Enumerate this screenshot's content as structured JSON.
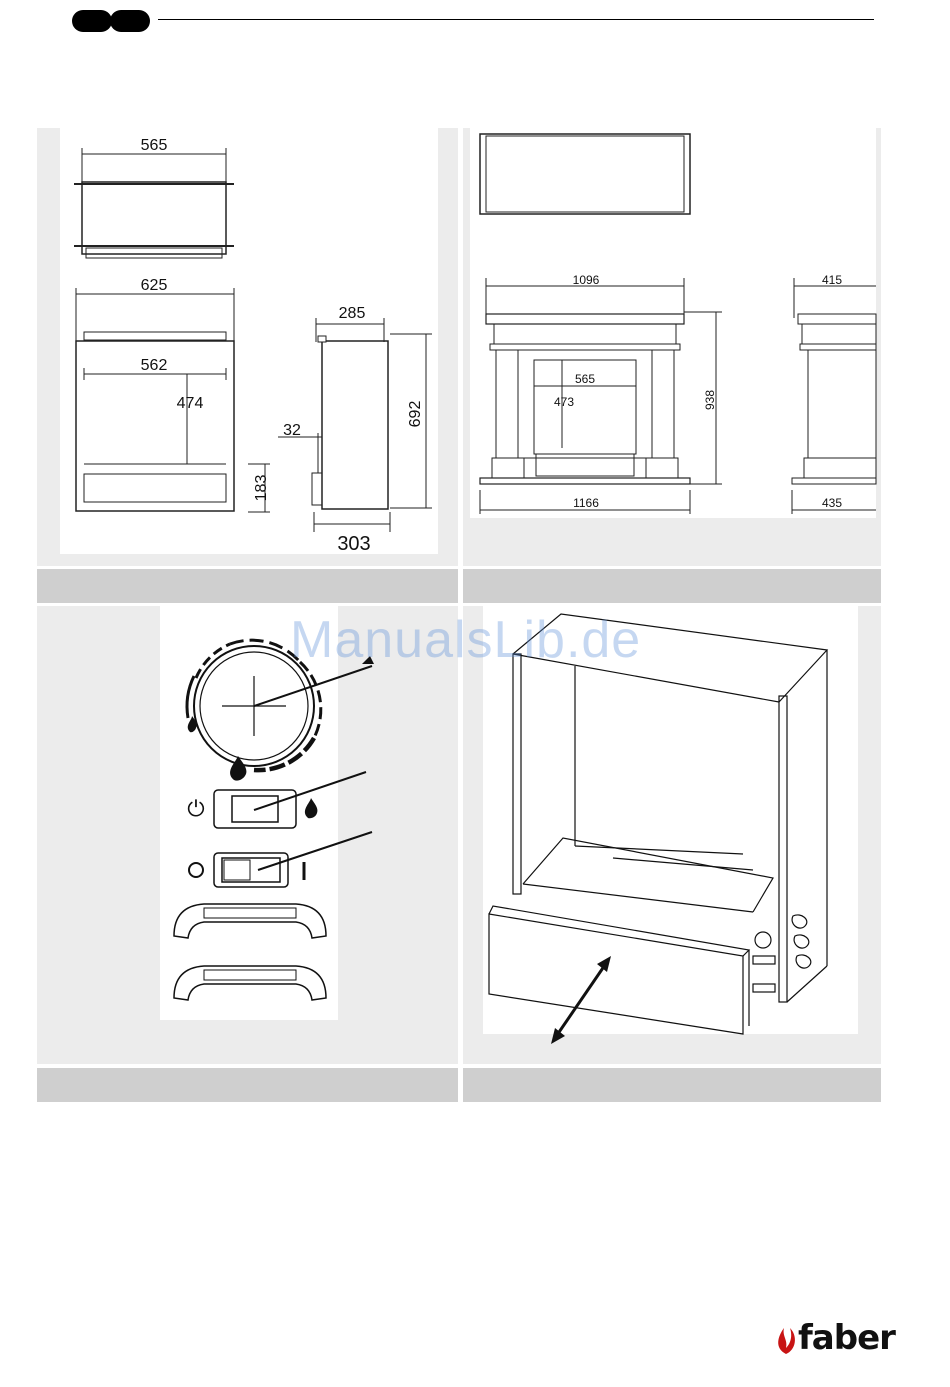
{
  "header": {
    "language_badges": [
      "",
      ""
    ]
  },
  "watermark": "ManualsLib.de",
  "brand": {
    "name": "faber",
    "flame_icon": "flame-logo-icon"
  },
  "figure1": {
    "dims": {
      "top_width": "565",
      "outer_width": "625",
      "inner_width": "562",
      "inner_height": "474",
      "base_height": "183",
      "depth_top": "285",
      "total_height": "692",
      "offset": "32",
      "depth_bottom": "303"
    }
  },
  "figure2": {
    "dims": {
      "mantel_width": "1096",
      "opening_width": "565",
      "opening_height": "473",
      "total_height": "938",
      "base_width": "1166",
      "side_depth_top": "415",
      "side_depth_bottom": "435"
    }
  },
  "figure3": {
    "labels": {
      "power_symbol": "⏻",
      "off_symbol": "O",
      "on_symbol": "I"
    },
    "icons": [
      "small-flame-icon",
      "large-flame-icon",
      "power-icon",
      "flame-icon"
    ]
  },
  "colors": {
    "panel": "#ececec",
    "caption_bar": "#cfcfcf",
    "watermark": "#5b8fd9"
  }
}
